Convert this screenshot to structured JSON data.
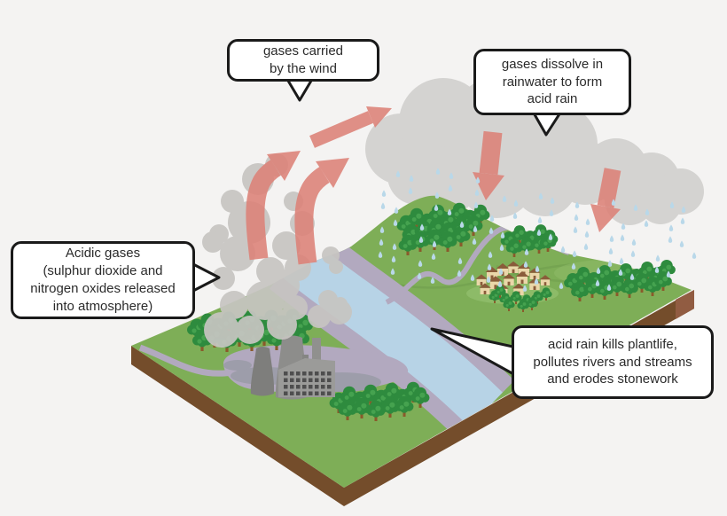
{
  "bubbles": {
    "wind": {
      "text": "gases carried\nby the wind"
    },
    "dissolve": {
      "text": "gases dissolve in\nrainwater to form\nacid rain"
    },
    "acidic": {
      "text": "Acidic gases\n(sulphur dioxide and\nnitrogen oxides released\ninto atmosphere)"
    },
    "effects": {
      "text": "acid rain kills plantlife,\npollutes rivers and streams\nand erodes stonework"
    }
  },
  "scene": {
    "elements": [
      {
        "name": "factory-icon",
        "desc": "power station with two cooling towers, chimneys and windowed building"
      },
      {
        "name": "smoke-plume-icon",
        "desc": "grey smoke clouds rising from the factory chimneys"
      },
      {
        "name": "wind-arrow-icon",
        "desc": "red arrows curving up showing gases rising and carried by the wind"
      },
      {
        "name": "rain-cloud-icon",
        "desc": "grey clouds in the sky"
      },
      {
        "name": "acid-rain-arrow-icon",
        "desc": "red arrows pointing down showing acid rain falling"
      },
      {
        "name": "raindrop-icon",
        "desc": "light blue raindrops falling on the hillside"
      },
      {
        "name": "river-icon",
        "desc": "river crossing the land with polluted purple banks"
      },
      {
        "name": "road-icon",
        "desc": "winding paths across the land and over the hill"
      },
      {
        "name": "hill-icon",
        "desc": "green hill covered with trees"
      },
      {
        "name": "village-icon",
        "desc": "cluster of small houses with brown roofs"
      },
      {
        "name": "tree-icon",
        "desc": "green deciduous trees with brown trunks"
      },
      {
        "name": "island-icon",
        "desc": "isometric green land block with brown soil sides"
      }
    ]
  },
  "colors": {
    "background": "#f4f3f2",
    "bubble_fill": "#ffffff",
    "bubble_border": "#1a1a1a",
    "text": "#2b2b2b",
    "arrow": "#dd8177",
    "cloud": "#d4d3d1",
    "smoke": "#c7c5c2",
    "rain": "#b9d8e9",
    "grass": "#7eae57",
    "grass_light": "#8fbc6a",
    "hill_shade": "#6d9c4c",
    "soil": "#744d2b",
    "river": "#b7d3e6",
    "bank_road": "#b2a9bf",
    "pavement": "#9d9daa",
    "factory_grey": "#8d8d8b",
    "building_grey": "#9b9b99",
    "window_grey": "#4e4e4e",
    "tree_green": "#2e8b3e",
    "tree_green_light": "#45a24f",
    "trunk_brown": "#8a5a2b",
    "house_wall": "#ead7a9",
    "house_roof": "#8a5c3a"
  }
}
